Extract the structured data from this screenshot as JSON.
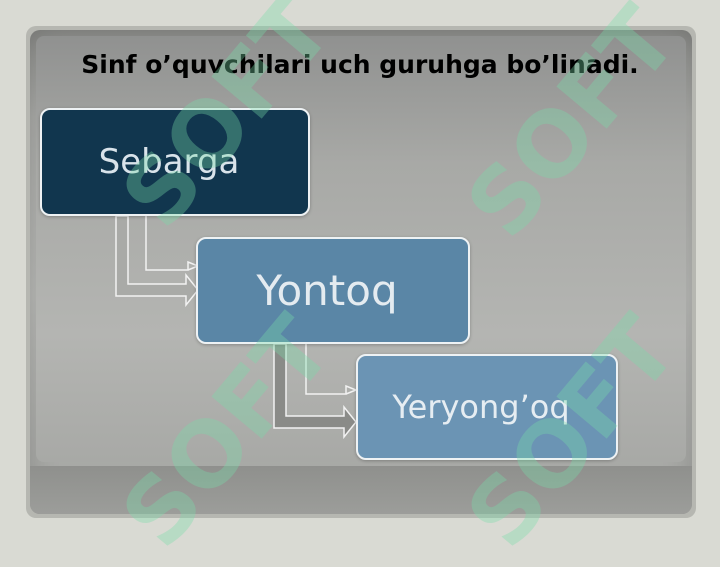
{
  "slide": {
    "title": "Sinf o’quvchilari uch guruhga bo’linadi."
  },
  "diagram": {
    "boxes": [
      {
        "label": "Sebarga"
      },
      {
        "label": "Yontoq"
      },
      {
        "label": "Yeryong’oq"
      }
    ]
  },
  "colors": {
    "box_dark": "#11364e",
    "box_mid": "#5a86a6",
    "box_light": "#6b94b4",
    "background": "#d9dad3"
  },
  "watermark": {
    "text": "SOFT"
  }
}
